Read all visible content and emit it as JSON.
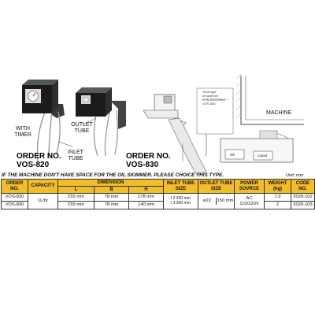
{
  "labels": {
    "with_timer": "WITH\nTIMER",
    "outlet_tube": "OUTLET\nTUBE",
    "inlet_tube": "INLET\nTUBE",
    "order_1_heading": "ORDER NO.",
    "order_1_code": "VOS-820",
    "order_2_heading": "ORDER NO.",
    "order_2_code": "VOS-830",
    "machine": "MACHINE",
    "diagram_notes": "Tube type\noil skimmer\nVOS-820(Timer)\nVOS-830",
    "oil": "Oil",
    "liquid": "Liquid"
  },
  "banner": "IF THE MACHINE DON'T HAVE SPACE FOR THE OIL SKIMMER. PLEASE CHOICE THIS TYPE.",
  "unit_note": "Unit: mm",
  "table": {
    "headers": {
      "order": "ORDER NO.",
      "capacity": "CAPACITY",
      "dimension": "DIMENSION",
      "L": "L",
      "B": "B",
      "H": "H",
      "inlet": "INLET TUBE SIZE",
      "outlet": "OUTLET TUBE SIZE",
      "power": "POWER SOVRCE",
      "weight": "WEIGHT (kg)",
      "code": "CODE NO."
    },
    "rows": [
      {
        "order": "VOS-820",
        "capacity": "1L/hr",
        "L": "155 mm",
        "B": "78 mm",
        "H": "178 mm",
        "inlet": "l 2:300 mm\nl 3:300 mm",
        "outlet_a": "ø22",
        "outlet_b": "150 mm",
        "power": "AC\n110/220V",
        "weight": "1.9",
        "code": "2020-102"
      },
      {
        "order": "VOS-830",
        "L": "155 mm",
        "B": "78 mm",
        "H": "140 mm",
        "weight": "2",
        "code": "2020-103"
      }
    ]
  },
  "colors": {
    "header_fill": "#f2bd2b",
    "device_body": "#1b1b1b",
    "line": "#333333"
  }
}
